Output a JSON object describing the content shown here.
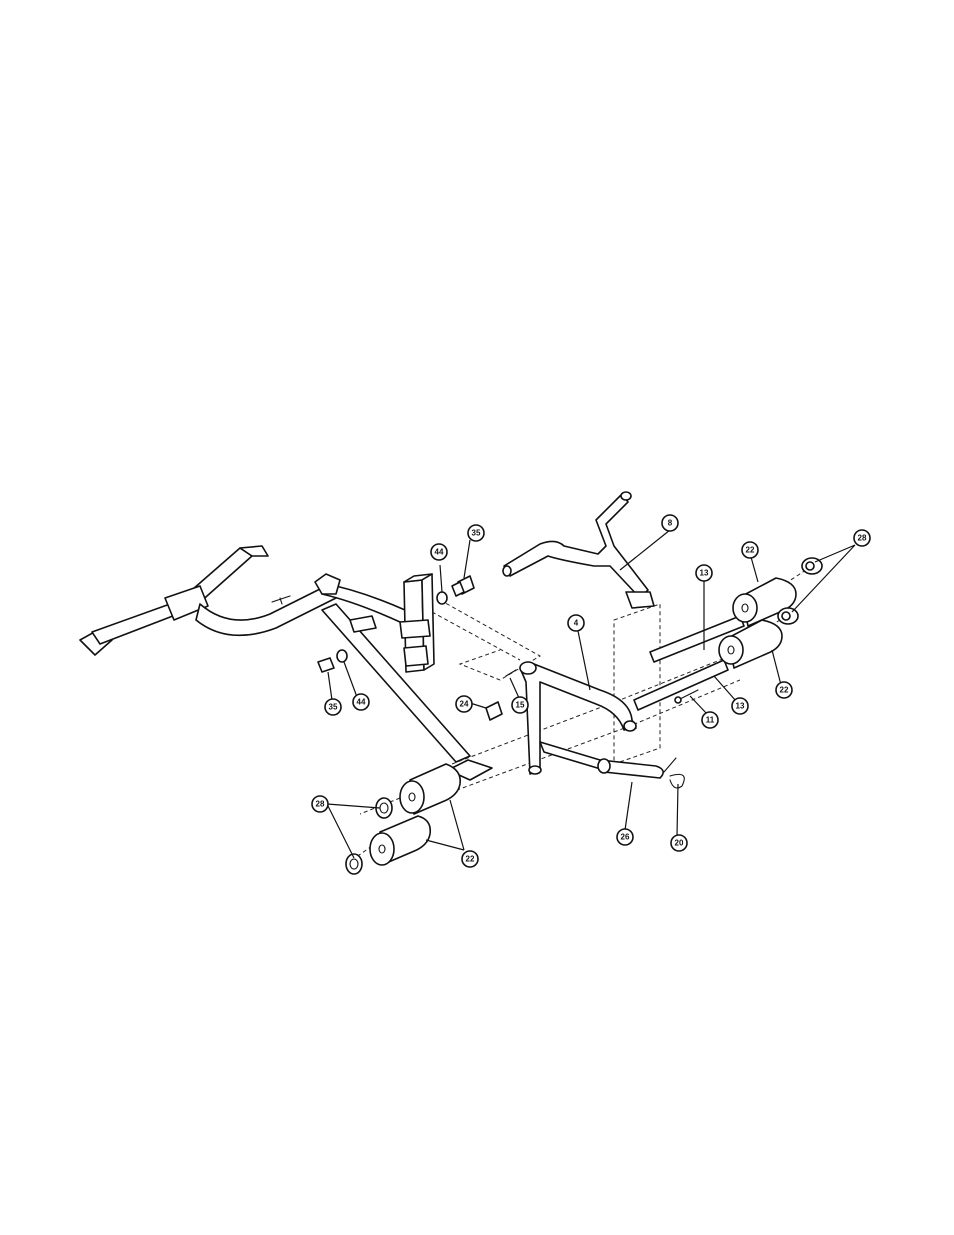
{
  "callouts": [
    {
      "id": "c8",
      "label": "8"
    },
    {
      "id": "c13a",
      "label": "13"
    },
    {
      "id": "c22a",
      "label": "22"
    },
    {
      "id": "c28a",
      "label": "28"
    },
    {
      "id": "c44a",
      "label": "44"
    },
    {
      "id": "c35a",
      "label": "35"
    },
    {
      "id": "c4",
      "label": "4"
    },
    {
      "id": "c35b",
      "label": "35"
    },
    {
      "id": "c44b",
      "label": "44"
    },
    {
      "id": "c24",
      "label": "24"
    },
    {
      "id": "c15",
      "label": "15"
    },
    {
      "id": "c22b",
      "label": "22"
    },
    {
      "id": "c11",
      "label": "11"
    },
    {
      "id": "c13b",
      "label": "13"
    },
    {
      "id": "c28b",
      "label": "28"
    },
    {
      "id": "c26",
      "label": "26"
    },
    {
      "id": "c20",
      "label": "20"
    },
    {
      "id": "c22c",
      "label": "22"
    }
  ]
}
